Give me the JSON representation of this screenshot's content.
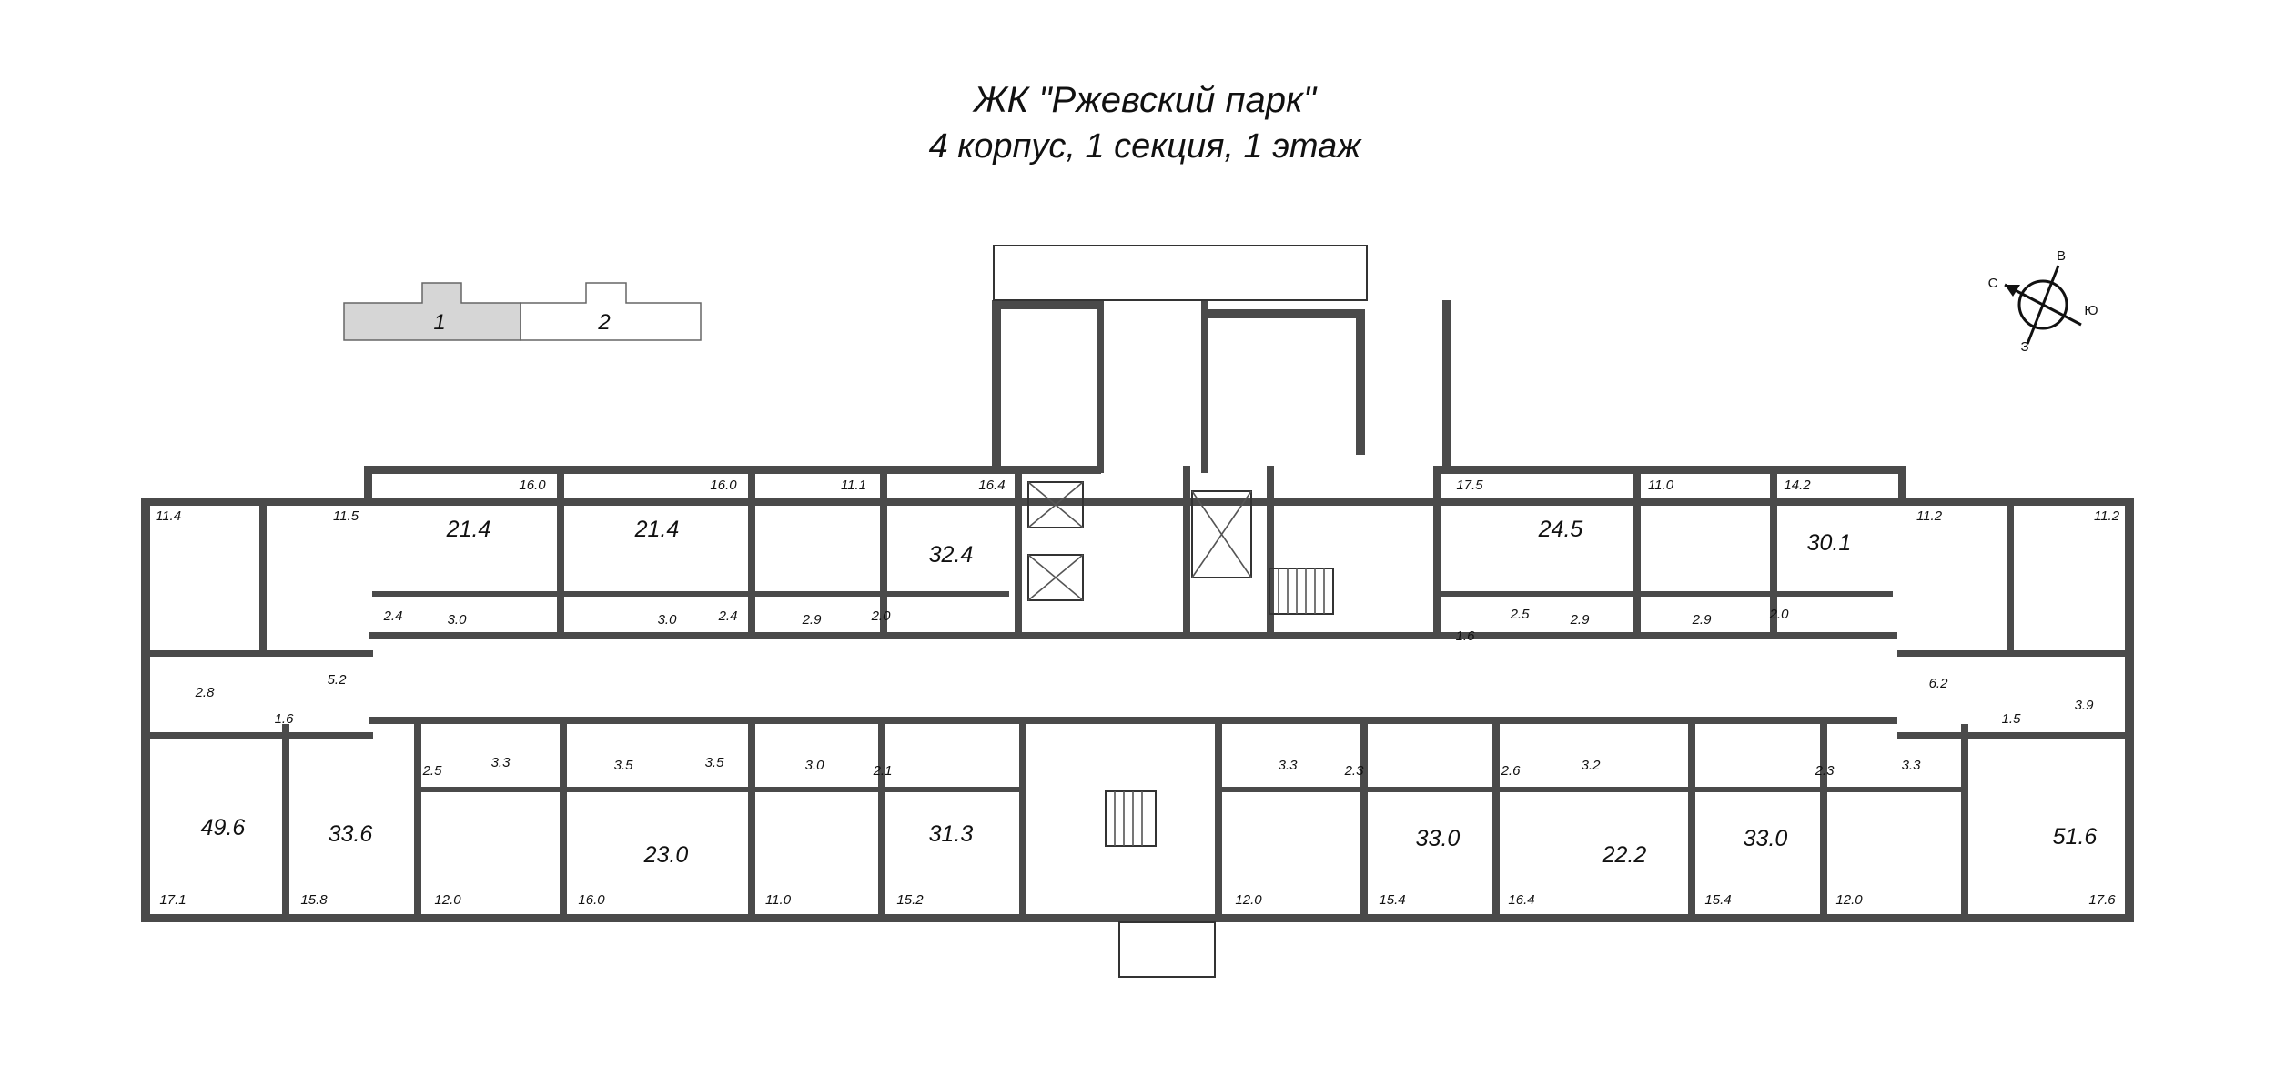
{
  "header": {
    "title": "ЖК \"Ржевский парк\"",
    "subtitle": "4 корпус, 1 секция, 1 этаж"
  },
  "section_selector": {
    "sections": [
      {
        "label": "1",
        "active": true
      },
      {
        "label": "2",
        "active": false
      }
    ],
    "active_color": "#d6d6d6"
  },
  "compass": {
    "north": "С",
    "east": "В",
    "south": "Ю",
    "west": "З"
  },
  "colors": {
    "wall": "#4a4a4a",
    "line": "#333333",
    "background": "#ffffff"
  },
  "apartments": [
    {
      "id": "apt-nw-corner",
      "total": "49.6",
      "rooms": [
        "11.4",
        "17.1"
      ],
      "aux": [
        "2.8",
        "1.6",
        "5.2"
      ]
    },
    {
      "id": "apt-north-1",
      "total": "21.4",
      "rooms": [
        "16.0"
      ],
      "aux": [
        "2.4",
        "3.0"
      ]
    },
    {
      "id": "apt-north-2",
      "total": "21.4",
      "rooms": [
        "16.0"
      ],
      "aux": [
        "3.0",
        "2.4"
      ]
    },
    {
      "id": "apt-north-3",
      "total": "32.4",
      "rooms": [
        "11.1",
        "16.4"
      ],
      "aux": [
        "2.9",
        "2.0"
      ]
    },
    {
      "id": "apt-north-4",
      "total": "24.5",
      "rooms": [
        "17.5"
      ],
      "aux": [
        "1.6",
        "2.5",
        "2.9"
      ]
    },
    {
      "id": "apt-north-5",
      "total": "30.1",
      "rooms": [
        "11.0",
        "14.2"
      ],
      "aux": [
        "2.9",
        "2.0"
      ]
    },
    {
      "id": "apt-ne-corner",
      "total": "51.6",
      "rooms": [
        "11.2",
        "11.2",
        "17.6"
      ],
      "aux": [
        "6.2",
        "1.5",
        "3.9"
      ]
    },
    {
      "id": "apt-south-1",
      "total": "33.6",
      "rooms": [
        "11.5",
        "15.8"
      ],
      "aux": [
        "2.5",
        "3.3"
      ]
    },
    {
      "id": "apt-south-2",
      "total": "23.0",
      "rooms": [
        "12.0",
        "16.0"
      ],
      "aux": [
        "3.5",
        "3.5"
      ]
    },
    {
      "id": "apt-south-3",
      "total": "31.3",
      "rooms": [
        "11.0",
        "15.2"
      ],
      "aux": [
        "3.0",
        "2.1"
      ]
    },
    {
      "id": "apt-south-4",
      "total": "33.0",
      "rooms": [
        "12.0",
        "15.4"
      ],
      "aux": [
        "3.3",
        "2.3"
      ]
    },
    {
      "id": "apt-south-5",
      "total": "22.2",
      "rooms": [
        "16.4"
      ],
      "aux": [
        "2.6",
        "3.2"
      ]
    },
    {
      "id": "apt-south-6",
      "total": "33.0",
      "rooms": [
        "15.4",
        "12.0"
      ],
      "aux": [
        "2.3",
        "3.3"
      ]
    }
  ],
  "labels": [
    {
      "text": "11.4",
      "kind": "small"
    },
    {
      "text": "11.5",
      "kind": "small"
    },
    {
      "text": "16.0",
      "kind": "small"
    },
    {
      "text": "16.0",
      "kind": "small"
    },
    {
      "text": "11.1",
      "kind": "small"
    },
    {
      "text": "16.4",
      "kind": "small"
    },
    {
      "text": "17.5",
      "kind": "small"
    },
    {
      "text": "11.0",
      "kind": "small"
    },
    {
      "text": "14.2",
      "kind": "small"
    },
    {
      "text": "11.2",
      "kind": "small"
    },
    {
      "text": "11.2",
      "kind": "small"
    },
    {
      "text": "21.4",
      "kind": "big"
    },
    {
      "text": "21.4",
      "kind": "big"
    },
    {
      "text": "32.4",
      "kind": "big"
    },
    {
      "text": "24.5",
      "kind": "big"
    },
    {
      "text": "30.1",
      "kind": "big"
    },
    {
      "text": "2.4",
      "kind": "small"
    },
    {
      "text": "3.0",
      "kind": "small"
    },
    {
      "text": "3.0",
      "kind": "small"
    },
    {
      "text": "2.4",
      "kind": "small"
    },
    {
      "text": "2.9",
      "kind": "small"
    },
    {
      "text": "2.0",
      "kind": "small"
    },
    {
      "text": "1.6",
      "kind": "small"
    },
    {
      "text": "2.5",
      "kind": "small"
    },
    {
      "text": "2.9",
      "kind": "small"
    },
    {
      "text": "2.9",
      "kind": "small"
    },
    {
      "text": "2.0",
      "kind": "small"
    },
    {
      "text": "2.8",
      "kind": "small"
    },
    {
      "text": "5.2",
      "kind": "small"
    },
    {
      "text": "1.6",
      "kind": "small"
    },
    {
      "text": "6.2",
      "kind": "small"
    },
    {
      "text": "1.5",
      "kind": "small"
    },
    {
      "text": "3.9",
      "kind": "small"
    },
    {
      "text": "2.5",
      "kind": "small"
    },
    {
      "text": "3.3",
      "kind": "small"
    },
    {
      "text": "3.5",
      "kind": "small"
    },
    {
      "text": "3.5",
      "kind": "small"
    },
    {
      "text": "3.0",
      "kind": "small"
    },
    {
      "text": "2.1",
      "kind": "small"
    },
    {
      "text": "3.3",
      "kind": "small"
    },
    {
      "text": "2.3",
      "kind": "small"
    },
    {
      "text": "2.6",
      "kind": "small"
    },
    {
      "text": "3.2",
      "kind": "small"
    },
    {
      "text": "2.3",
      "kind": "small"
    },
    {
      "text": "3.3",
      "kind": "small"
    },
    {
      "text": "49.6",
      "kind": "big"
    },
    {
      "text": "33.6",
      "kind": "big"
    },
    {
      "text": "23.0",
      "kind": "big"
    },
    {
      "text": "31.3",
      "kind": "big"
    },
    {
      "text": "33.0",
      "kind": "big"
    },
    {
      "text": "22.2",
      "kind": "big"
    },
    {
      "text": "33.0",
      "kind": "big"
    },
    {
      "text": "51.6",
      "kind": "big"
    },
    {
      "text": "17.1",
      "kind": "small"
    },
    {
      "text": "15.8",
      "kind": "small"
    },
    {
      "text": "12.0",
      "kind": "small"
    },
    {
      "text": "16.0",
      "kind": "small"
    },
    {
      "text": "11.0",
      "kind": "small"
    },
    {
      "text": "15.2",
      "kind": "small"
    },
    {
      "text": "12.0",
      "kind": "small"
    },
    {
      "text": "15.4",
      "kind": "small"
    },
    {
      "text": "16.4",
      "kind": "small"
    },
    {
      "text": "15.4",
      "kind": "small"
    },
    {
      "text": "12.0",
      "kind": "small"
    },
    {
      "text": "17.6",
      "kind": "small"
    }
  ]
}
